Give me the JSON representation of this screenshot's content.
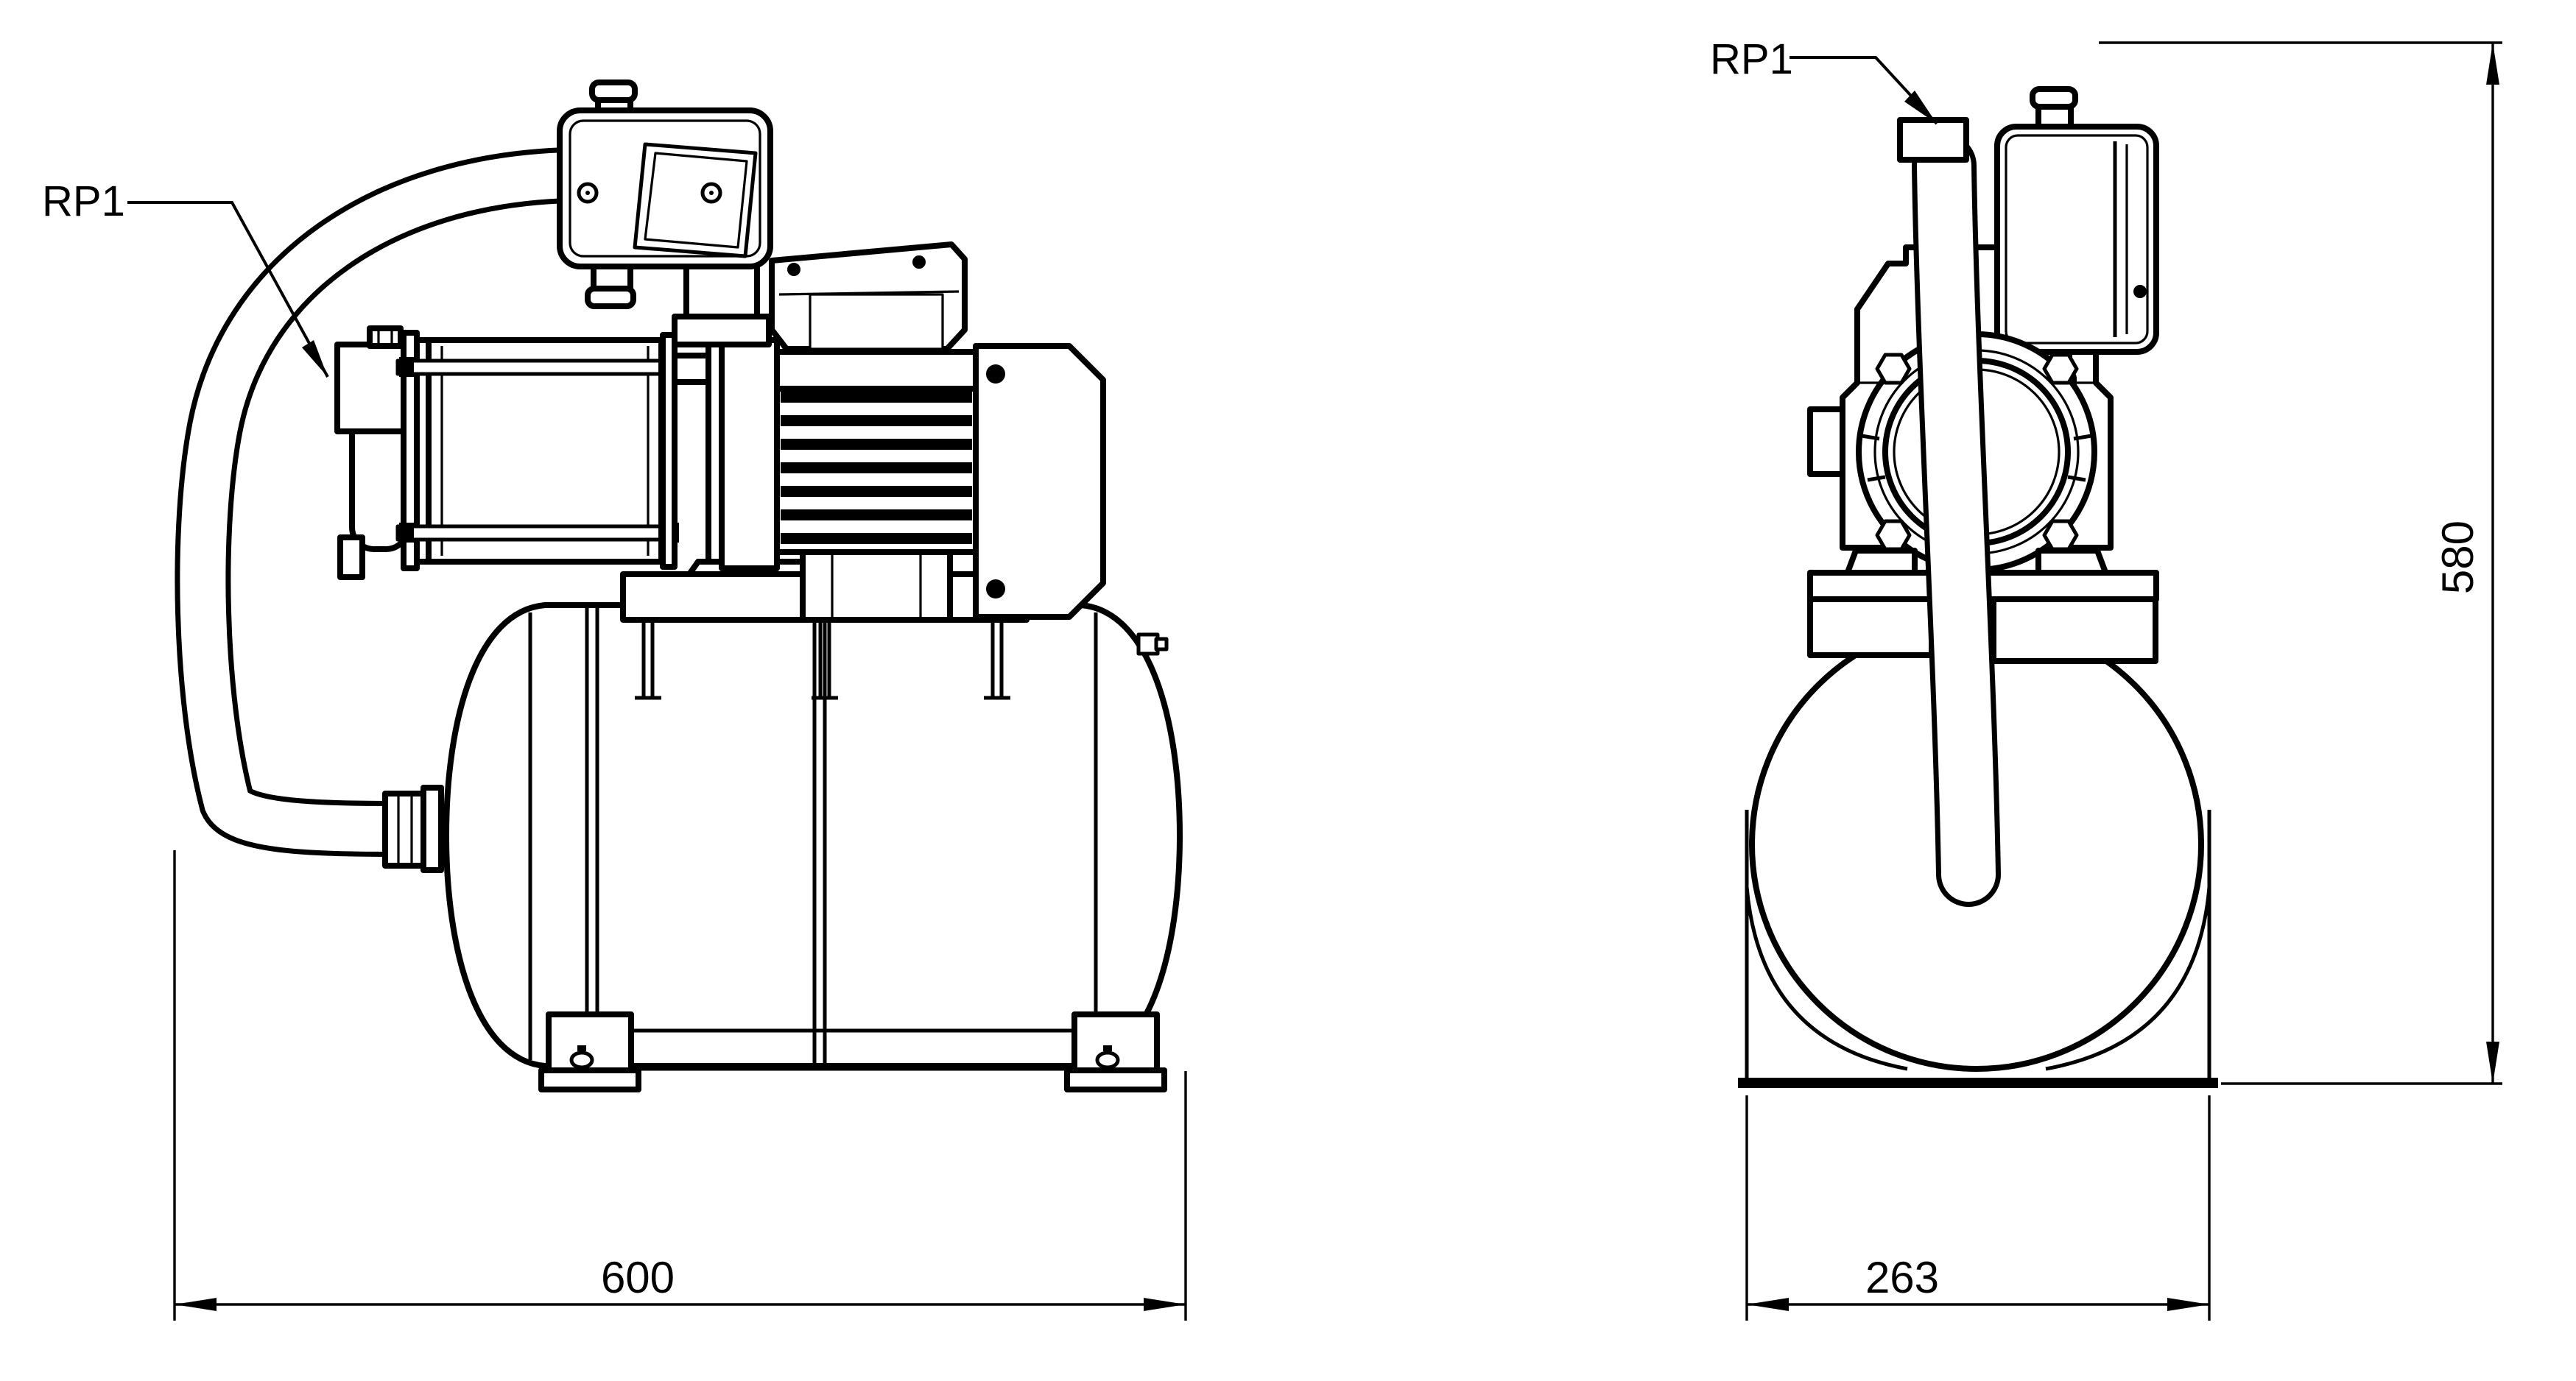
{
  "diagram": {
    "type": "technical-drawing",
    "background_color": "#ffffff",
    "line_color": "#000000",
    "side_view": {
      "part_label": "RP1",
      "width_dimension": "600"
    },
    "front_view": {
      "part_label": "RP1",
      "width_dimension": "263",
      "height_dimension": "580"
    }
  }
}
